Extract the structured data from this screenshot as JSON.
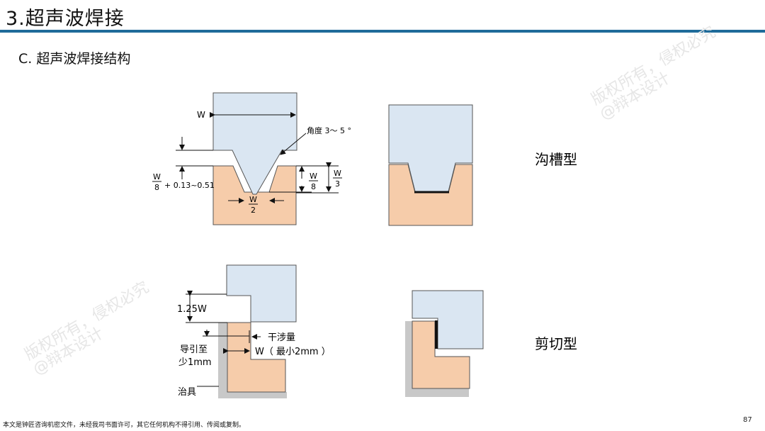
{
  "header": {
    "title": "3.超声波焊接"
  },
  "section": {
    "subtitle": "C. 超声波焊接结构"
  },
  "labels": {
    "groove_type": "沟槽型",
    "shear_type": "剪切型"
  },
  "groove_diagram": {
    "w_label": "W",
    "angle_label": "角度 3～ 5 °",
    "depth_prefix_num": "W",
    "depth_prefix_den": "8",
    "depth_suffix": "+ 0.13~0.51",
    "frac_w8_num": "W",
    "frac_w8_den": "8",
    "frac_w3_num": "W",
    "frac_w3_den": "3",
    "frac_w2_num": "W",
    "frac_w2_den": "2"
  },
  "shear_diagram": {
    "height_label": "1.25W",
    "interference_label": "干涉量",
    "lead_label_line1": "导引至",
    "lead_label_line2": "少1mm",
    "width_label": "W（ 最小2mm ）",
    "fixture_label": "治具"
  },
  "footer": {
    "notice": "本文是钟匠咨询机密文件，未经我司书面许可，其它任何机构不得引用、传阅或复制。",
    "page": "87"
  },
  "watermarks": {
    "text1": "版权所有，侵权必究",
    "text2": "@辩本设计"
  },
  "colors": {
    "upper_part": "#dae6f2",
    "lower_part": "#f6ccaa",
    "rule": "#1f6b9a",
    "fixture": "#c8c8c8"
  }
}
